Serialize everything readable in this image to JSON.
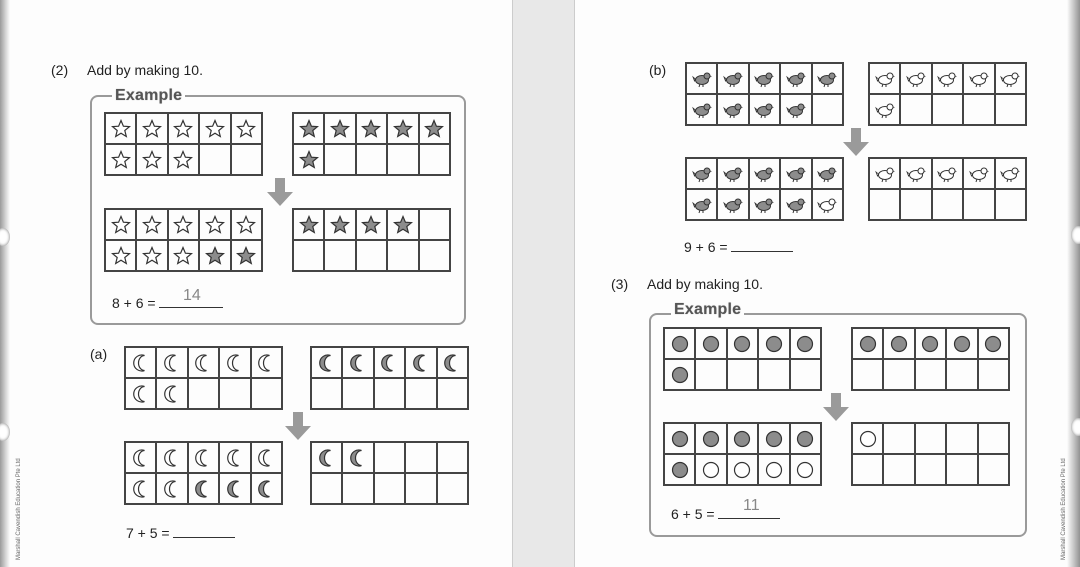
{
  "left": {
    "q2_number": "(2)",
    "q2_instruction": "Add by making 10.",
    "example_label": "Example",
    "example_equation": "8 + 6 =",
    "example_answer": "14",
    "a_label": "(a)",
    "a_equation": "7 + 5 =",
    "credit": "Marshall Cavendish Education Pte Ltd"
  },
  "right": {
    "b_label": "(b)",
    "b_equation": "9 + 6 =",
    "q3_number": "(3)",
    "q3_instruction": "Add by making 10.",
    "example_label": "Example",
    "example_equation": "6 + 5 =",
    "example_answer": "11",
    "credit": "Marshall Cavendish Education Pte Ltd"
  },
  "frames": {
    "ex2_top_left": [
      "star-o",
      "star-o",
      "star-o",
      "star-o",
      "star-o",
      "star-o",
      "star-o",
      "star-o",
      "",
      ""
    ],
    "ex2_top_right": [
      "star-f",
      "star-f",
      "star-f",
      "star-f",
      "star-f",
      "star-f",
      "",
      "",
      "",
      ""
    ],
    "ex2_bot_left": [
      "star-o",
      "star-o",
      "star-o",
      "star-o",
      "star-o",
      "star-o",
      "star-o",
      "star-o",
      "star-f",
      "star-f"
    ],
    "ex2_bot_right": [
      "star-f",
      "star-f",
      "star-f",
      "star-f",
      "",
      "",
      "",
      "",
      "",
      ""
    ],
    "a_top_left": [
      "moon-o",
      "moon-o",
      "moon-o",
      "moon-o",
      "moon-o",
      "moon-o",
      "moon-o",
      "",
      "",
      ""
    ],
    "a_top_right": [
      "moon-f",
      "moon-f",
      "moon-f",
      "moon-f",
      "moon-f",
      "",
      "",
      "",
      "",
      ""
    ],
    "a_bot_left": [
      "moon-o",
      "moon-o",
      "moon-o",
      "moon-o",
      "moon-o",
      "moon-o",
      "moon-o",
      "moon-f",
      "moon-f",
      "moon-f"
    ],
    "a_bot_right": [
      "moon-f",
      "moon-f",
      "",
      "",
      "",
      "",
      "",
      "",
      "",
      ""
    ],
    "b_top_left": [
      "bird-f",
      "bird-f",
      "bird-f",
      "bird-f",
      "bird-f",
      "bird-f",
      "bird-f",
      "bird-f",
      "bird-f",
      ""
    ],
    "b_top_right": [
      "bird-o",
      "bird-o",
      "bird-o",
      "bird-o",
      "bird-o",
      "bird-o",
      "",
      "",
      "",
      ""
    ],
    "b_bot_left": [
      "bird-f",
      "bird-f",
      "bird-f",
      "bird-f",
      "bird-f",
      "bird-f",
      "bird-f",
      "bird-f",
      "bird-f",
      "bird-o"
    ],
    "b_bot_right": [
      "bird-o",
      "bird-o",
      "bird-o",
      "bird-o",
      "bird-o",
      "",
      "",
      "",
      "",
      ""
    ],
    "ex3_top_left": [
      "dot-f",
      "dot-f",
      "dot-f",
      "dot-f",
      "dot-f",
      "dot-f",
      "",
      "",
      "",
      ""
    ],
    "ex3_top_right": [
      "dot-f",
      "dot-f",
      "dot-f",
      "dot-f",
      "dot-f",
      "",
      "",
      "",
      "",
      ""
    ],
    "ex3_bot_left": [
      "dot-f",
      "dot-f",
      "dot-f",
      "dot-f",
      "dot-f",
      "dot-f",
      "dot-o",
      "dot-o",
      "dot-o",
      "dot-o"
    ],
    "ex3_bot_right": [
      "dot-o",
      "",
      "",
      "",
      "",
      "",
      "",
      "",
      "",
      ""
    ]
  }
}
